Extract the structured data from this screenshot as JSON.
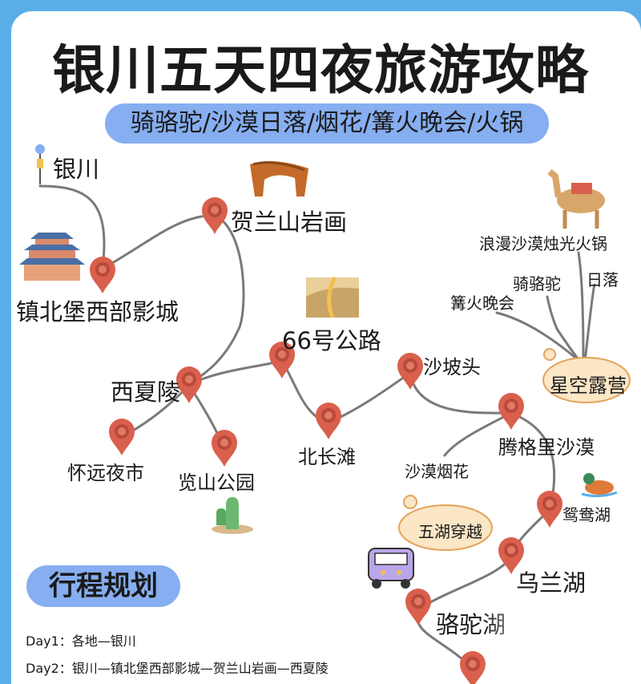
{
  "title": "银川五天四夜旅游攻略",
  "subtitle": "骑骆驼/沙漠日落/烟花/篝火晚会/火锅",
  "places": {
    "yinchuan": "银川",
    "zhenbeibao": "镇北堡西部影城",
    "helanshan": "贺兰山岩画",
    "route66": "66号公路",
    "xixialing": "西夏陵",
    "huaiyuan": "怀远夜市",
    "lanshan": "览山公园",
    "beichangtan": "北长滩",
    "shapotou": "沙坡头",
    "tenggeli": "腾格里沙漠",
    "fireworks": "沙漠烟花",
    "romantic": "浪漫沙漠烛光火锅",
    "camel": "骑骆驼",
    "sunset": "日落",
    "bonfire": "篝火晚会",
    "starcamp": "星空露营",
    "yuanyanghu": "鸳鸯湖",
    "wulanhu": "乌兰湖",
    "luotuohu": "骆驼湖",
    "wuhu": "五湖穿越"
  },
  "plan_title": "行程规划",
  "itinerary": [
    "Day1：各地—银川",
    "Day2：银川—镇北堡西部影城—贺兰山岩画—西夏陵"
  ],
  "colors": {
    "border": "#5aaee8",
    "pill": "#86aef0",
    "pin": "#d9604c",
    "path": "#7a7a7a"
  }
}
